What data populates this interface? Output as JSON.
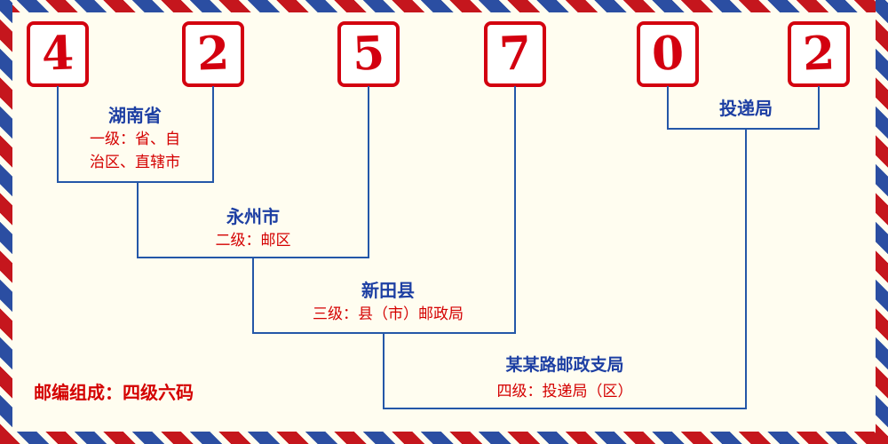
{
  "diagram": {
    "digits": [
      "4",
      "2",
      "5",
      "7",
      "0",
      "2"
    ],
    "levels": {
      "level1": {
        "place": "湖南省",
        "desc_lines": [
          "一级：省、自",
          "治区、直辖市"
        ]
      },
      "level2": {
        "place": "永州市",
        "desc": "二级：邮区"
      },
      "level3": {
        "place": "新田县",
        "desc": "三级：县（市）邮政局"
      },
      "level4": {
        "place": "某某路邮政支局",
        "desc": "四级：投递局（区）"
      },
      "delivery": {
        "place": "投递局"
      }
    },
    "footer_note": "邮编组成：四级六码",
    "colors": {
      "digit_red": "#D3000F",
      "line_blue": "#2457A8",
      "place_blue": "#1D3FA3",
      "desc_red": "#D40000",
      "background": "#FFFDF0",
      "stripe_red": "#C5161D",
      "stripe_blue": "#2B4EA2"
    }
  }
}
